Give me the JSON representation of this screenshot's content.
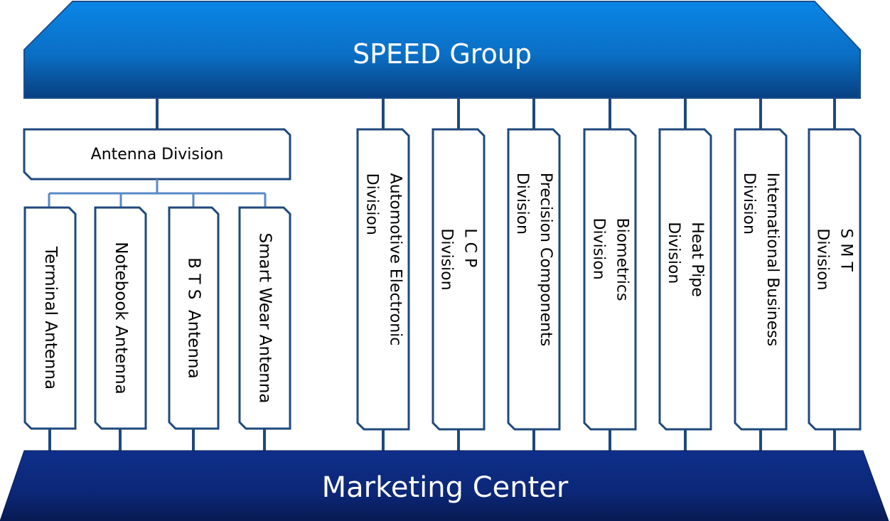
{
  "top_banner": {
    "label": "SPEED Group"
  },
  "bottom_banner": {
    "label": "Marketing Center"
  },
  "antenna_division": {
    "label": "Antenna Division",
    "sub_items": [
      "Terminal Antenna",
      "Notebook Antenna",
      "B T S  Antenna",
      "Smart Wear Antenna"
    ]
  },
  "divisions": [
    {
      "line1": "Automotive Electronic",
      "line2": "Division"
    },
    {
      "line1": "L C P",
      "line2": "Division"
    },
    {
      "line1": "Precision Components",
      "line2": "Division"
    },
    {
      "line1": "Biometrics",
      "line2": "Division"
    },
    {
      "line1": "Heat Pipe",
      "line2": "Division"
    },
    {
      "line1": "International Business",
      "line2": "Division"
    },
    {
      "line1": "S M T",
      "line2": "Division"
    }
  ],
  "colors": {
    "top_banner": "#0a6fc5",
    "bottom_banner": "#0e2a7c",
    "box_border": "#1f497d",
    "antenna_connector": "#5a8ac6"
  }
}
